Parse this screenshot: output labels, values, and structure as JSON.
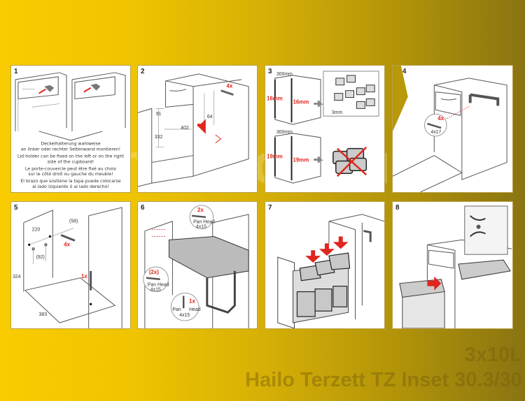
{
  "watermark": "küchenkonsum",
  "product": {
    "size": "3x10L",
    "name": "Hailo Terzett TZ Inset 30.3/30"
  },
  "colors": {
    "accent": "#e0261d",
    "background_left": "#f9cc00",
    "background_right": "#8a7412"
  },
  "steps": [
    {
      "number": "1",
      "caption": [
        "Deckelhalterung wahlweise",
        "an linker oder rechter Seitenwand montieren!",
        "Lid-holder can be fixed on the left or on the right",
        "side of the cupboard!",
        "Le porte-couvercle peut être fixé au choix",
        "sur le côté droit ou gauche du meuble!",
        "El brazo que sostiene la tapa puede colocarse",
        "al lado izquierdo ó al lado derecho!"
      ]
    },
    {
      "number": "2",
      "dims": [
        "91",
        "332",
        "402",
        "64"
      ],
      "qty": "4x"
    },
    {
      "number": "3",
      "dims_top": [
        "300mm",
        "16mm",
        "16mm",
        "3mm"
      ],
      "dims_bottom": [
        "300mm",
        "19mm",
        "19mm"
      ]
    },
    {
      "number": "4",
      "qty": "4x",
      "screw": "4x17"
    },
    {
      "number": "5",
      "dims": [
        "220",
        "(58)",
        "(92)",
        "324",
        "383"
      ],
      "qty_a": "4x",
      "qty_b": "1x"
    },
    {
      "number": "6",
      "screws": [
        {
          "qty": "2x",
          "label": "Pan Head",
          "size": "4x15"
        },
        {
          "qty": "(2x)",
          "label": "Pan Head",
          "size": "4x15"
        },
        {
          "qty": "1x",
          "label_a": "Pan",
          "label_b": "Head",
          "size": "4x15"
        }
      ]
    },
    {
      "number": "7"
    },
    {
      "number": "8"
    }
  ]
}
